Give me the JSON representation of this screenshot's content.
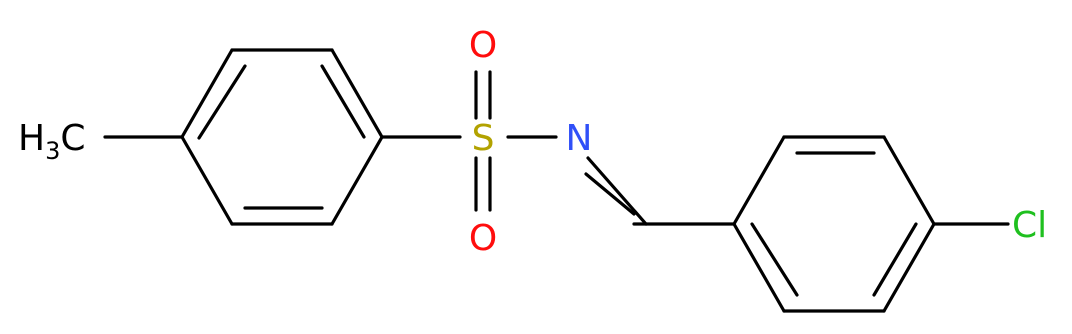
{
  "molecule": {
    "atoms": {
      "methyl": {
        "element": "H",
        "subscript": "3",
        "suffix": "C"
      },
      "sulfur": "S",
      "oxygen_top": "O",
      "oxygen_bottom": "O",
      "nitrogen": "N",
      "chlorine": "Cl"
    },
    "colors": {
      "bond": "#000000",
      "carbon": "#000000",
      "sulfur": "#b2a200",
      "oxygen": "#ff0d0d",
      "nitrogen": "#3050f8",
      "chlorine": "#1fc01f"
    }
  }
}
